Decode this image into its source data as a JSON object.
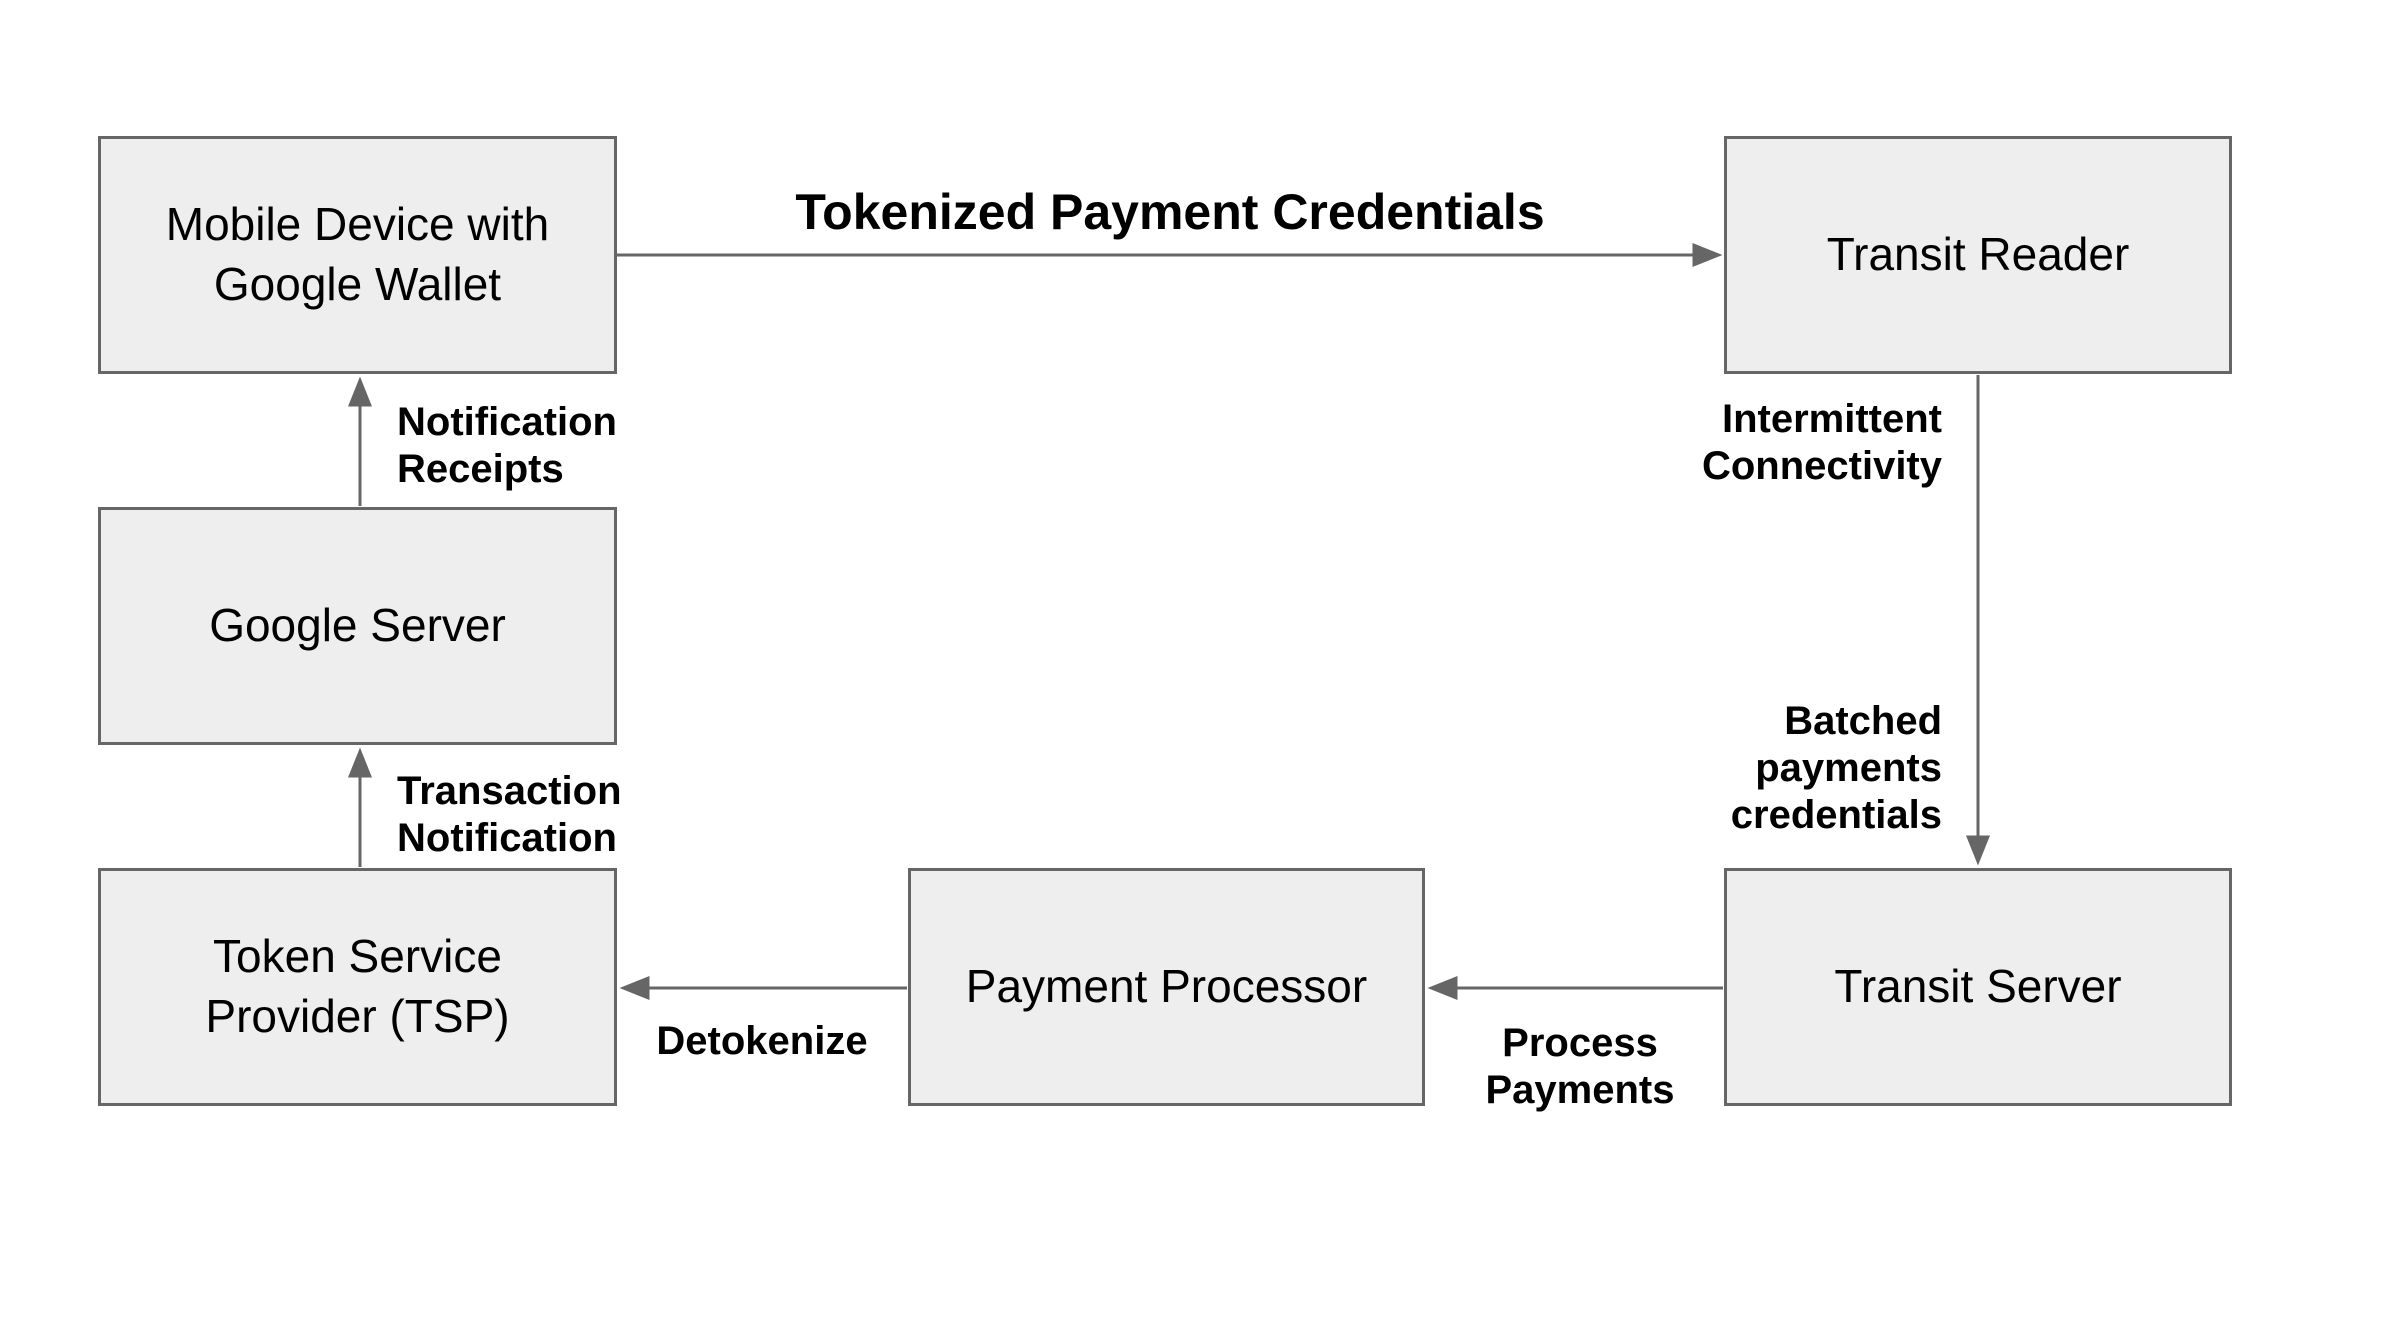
{
  "diagram": {
    "nodes": {
      "mobile": {
        "label": "Mobile Device with\nGoogle Wallet"
      },
      "reader": {
        "label": "Transit Reader"
      },
      "google": {
        "label": "Google Server"
      },
      "tsp": {
        "label": "Token Service\nProvider (TSP)"
      },
      "processor": {
        "label": "Payment Processor"
      },
      "server": {
        "label": "Transit Server"
      }
    },
    "edges": {
      "mobile_to_reader": {
        "label": "Tokenized Payment Credentials"
      },
      "google_to_mobile": {
        "label": "Notification\nReceipts"
      },
      "tsp_to_google": {
        "label": "Transaction\nNotification"
      },
      "reader_to_server": {
        "label_top": "Intermittent\nConnectivity",
        "label_bottom": "Batched\npayments\ncredentials"
      },
      "server_to_processor": {
        "label": "Process\nPayments"
      },
      "processor_to_tsp": {
        "label": "Detokenize"
      }
    },
    "colors": {
      "box_fill": "#eeeeee",
      "box_border": "#666666",
      "arrow": "#666666",
      "label_text": "#000000",
      "box_text": "#000000",
      "background": "#ffffff"
    }
  }
}
